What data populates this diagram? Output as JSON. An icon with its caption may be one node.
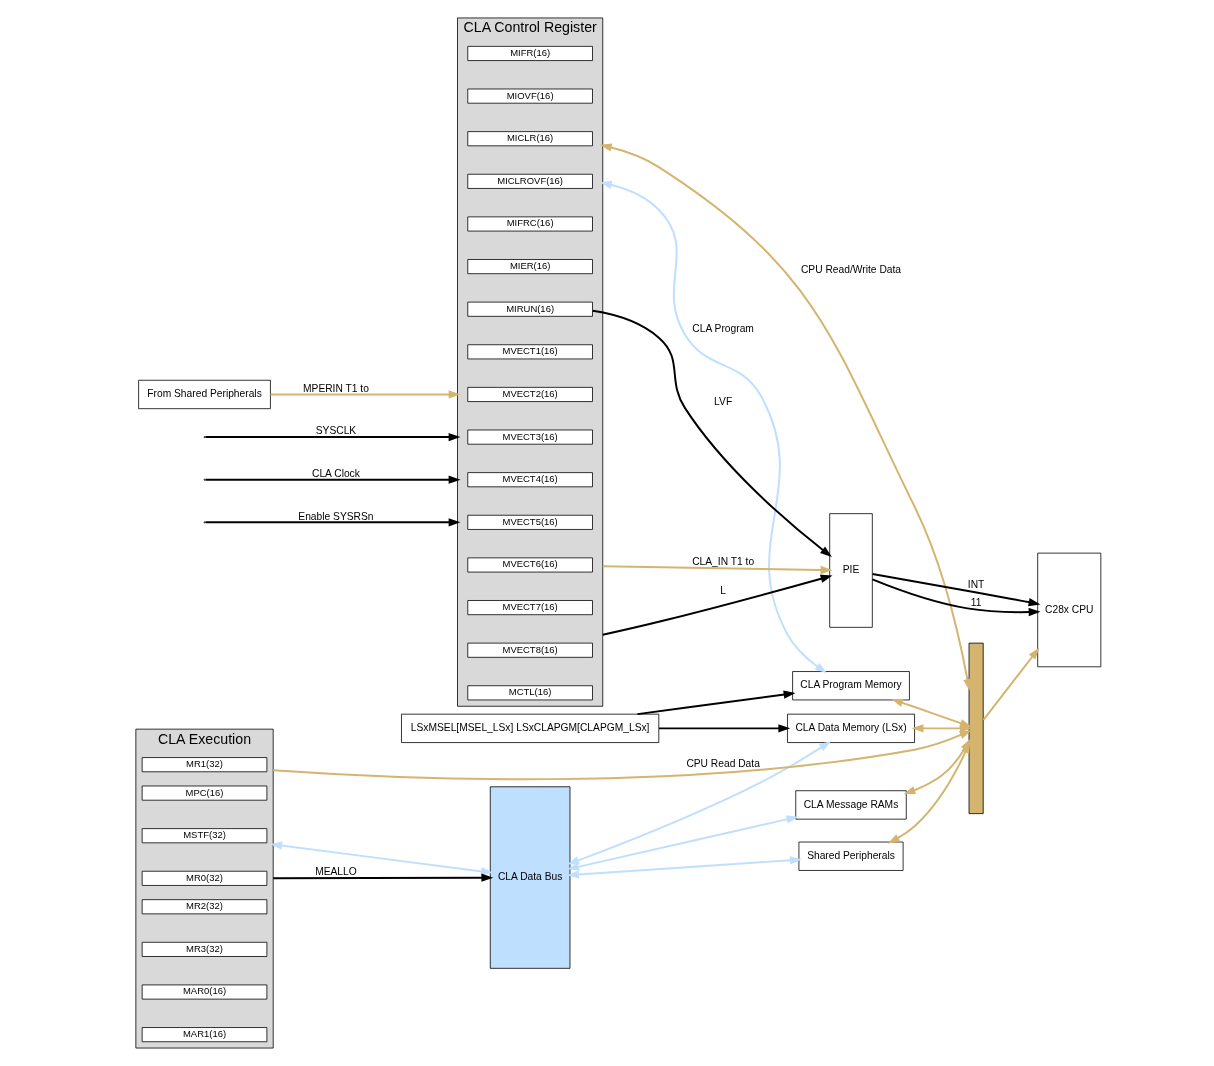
{
  "diagram": {
    "nodes": [
      {
        "text": [
          "From Shared Peripherals"
        ]
      },
      {
        "text": [
          "CLA Control Register"
        ]
      },
      {
        "text": [
          "MIFR(16)"
        ],
        "in": 1
      },
      {
        "text": [
          "MIOVF(16)"
        ],
        "in": 1
      },
      {
        "text": [
          "MICLR(16)"
        ],
        "in": 1
      },
      {
        "text": [
          "MICLROVF(16)"
        ],
        "in": 1
      },
      {
        "text": [
          "MIFRC(16)"
        ],
        "in": 1
      },
      {
        "text": [
          "MIER(16)"
        ],
        "in": 1
      },
      {
        "text": [
          "MIRUN(16)"
        ],
        "in": 1
      },
      {
        "text": [
          "MVECT1(16)"
        ],
        "in": 1
      },
      {
        "text": [
          "MVECT2(16)"
        ],
        "in": 1
      },
      {
        "text": [
          "MVECT3(16)"
        ],
        "in": 1
      },
      {
        "text": [
          "MVECT4(16)"
        ],
        "in": 1
      },
      {
        "text": [
          "MVECT5(16)"
        ],
        "in": 1
      },
      {
        "text": [
          "MVECT6(16)"
        ],
        "in": 1
      },
      {
        "text": [
          "MVECT7(16)"
        ],
        "in": 1
      },
      {
        "text": [
          "MVECT8(16)"
        ],
        "in": 1
      },
      {
        "text": [
          "MCTL(16)"
        ],
        "in": 1
      },
      {
        "text": [
          "PIE"
        ]
      },
      {
        "text": [
          "C28x CPU"
        ]
      },
      {
        "text": [
          "CLA Program Memory"
        ]
      },
      {
        "text": [
          "LSxMSEL[MSEL_LSx] LSxCLAPGM[CLAPGM_LSx]"
        ]
      },
      {
        "text": [
          "CLA Data Memory (LSx)"
        ]
      },
      {
        "text": [
          "CLA Message RAMs"
        ]
      },
      {
        "text": [
          "Shared Peripherals"
        ]
      },
      {
        "text": [
          "CLA Data Bus"
        ]
      },
      {
        "text": [
          "CLA Execution"
        ]
      },
      {
        "text": [
          "MPC(16)"
        ],
        "in": 26
      },
      {
        "text": [
          "MSTF(32)"
        ],
        "in": 26
      },
      {
        "text": [
          "MR0(32)"
        ],
        "in": 26
      },
      {
        "text": [
          "MR1(32)"
        ],
        "in": 26
      },
      {
        "text": [
          "MR2(32)"
        ],
        "in": 26
      },
      {
        "text": [
          "MR3(32)"
        ],
        "in": 26
      },
      {
        "text": [
          "MAR0(16)"
        ],
        "in": 26
      },
      {
        "text": [
          "MAR1(16)"
        ],
        "in": 26
      },
      {
        "text": [],
        "shape": "bar"
      }
    ],
    "edges": [
      {
        "from": 0,
        "to": 1,
        "arrow": "to",
        "label": "MPERIN T1 to",
        "color": "#d4b46e"
      },
      {
        "from": null,
        "to": 1,
        "arrow": "to",
        "label": "SYSCLK",
        "color": "#000000"
      },
      {
        "from": null,
        "to": 1,
        "arrow": "to",
        "label": "CLA Clock",
        "color": "#000000"
      },
      {
        "from": null,
        "to": 1,
        "arrow": "to",
        "label": "Enable SYSRSn",
        "color": "#000000"
      },
      {
        "from": 1,
        "to": 18,
        "arrow": "to",
        "label": "CLA_IN T1 to",
        "color": "#d4b46e"
      },
      {
        "from": 8,
        "to": 18,
        "arrow": "to",
        "label": "LVF",
        "color": "#000000"
      },
      {
        "from": 1,
        "to": 18,
        "arrow": "to",
        "label": "L",
        "color": "#000000"
      },
      {
        "from": 18,
        "to": 19,
        "arrow": "to",
        "label": "INT",
        "color": "#000000"
      },
      {
        "from": 18,
        "to": 19,
        "arrow": "to",
        "label": "11",
        "color": "#000000"
      },
      {
        "from": 35,
        "to": 19,
        "arrow": "to",
        "color": "#d4b46e"
      },
      {
        "from": 1,
        "to": 35,
        "arrow": "both",
        "label": "CPU Read/Write Data",
        "color": "#d4b46e"
      },
      {
        "from": 1,
        "to": 20,
        "arrow": "both",
        "label": "CLA Program",
        "color": "#bfdfff"
      },
      {
        "from": 20,
        "to": 35,
        "arrow": "both",
        "color": "#d4b46e"
      },
      {
        "from": 21,
        "to": 20,
        "arrow": "to",
        "color": "#000000"
      },
      {
        "from": 21,
        "to": 22,
        "arrow": "to",
        "color": "#000000"
      },
      {
        "from": 25,
        "to": 22,
        "arrow": "both",
        "color": "#bfdfff"
      },
      {
        "from": 22,
        "to": 35,
        "arrow": "both",
        "color": "#d4b46e"
      },
      {
        "from": 25,
        "to": 23,
        "arrow": "both",
        "color": "#bfdfff"
      },
      {
        "from": 23,
        "to": 35,
        "arrow": "both",
        "color": "#d4b46e"
      },
      {
        "from": 25,
        "to": 24,
        "arrow": "both",
        "color": "#bfdfff"
      },
      {
        "from": 24,
        "to": 35,
        "arrow": "both",
        "color": "#d4b46e"
      },
      {
        "from": 26,
        "to": 25,
        "arrow": "both",
        "color": "#bfdfff"
      },
      {
        "from": 26,
        "to": 25,
        "arrow": "to",
        "label": "MEALLO",
        "color": "#000000"
      },
      {
        "from": 26,
        "to": 35,
        "arrow": "to",
        "label": "CPU Read Data",
        "color": "#d4b46e"
      }
    ]
  }
}
